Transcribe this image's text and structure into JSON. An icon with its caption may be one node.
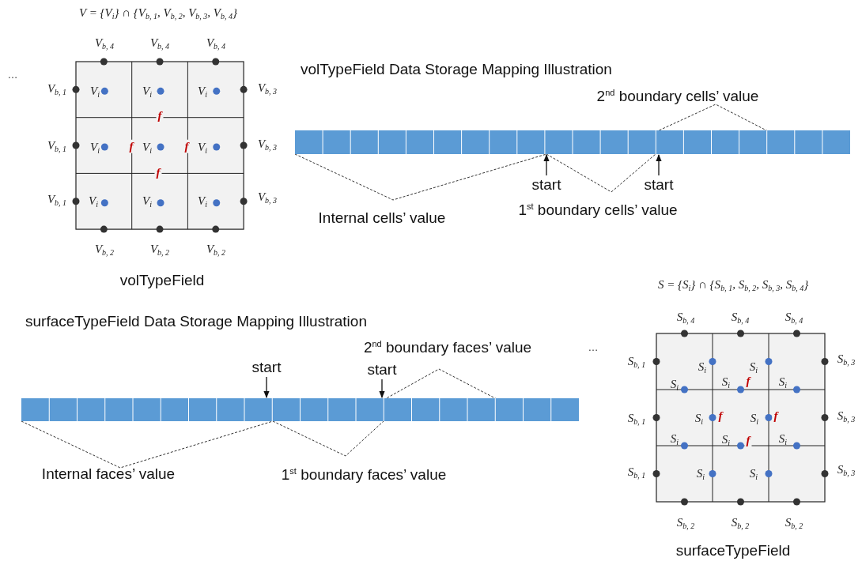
{
  "diagram": {
    "nodes": [
      {
        "text": [],
        "shape": "bar"
      },
      {
        "text": [
          "start"
        ]
      },
      {
        "text": [
          "start"
        ]
      },
      {
        "text": [],
        "shape": "bar"
      },
      {
        "text": [
          "start"
        ]
      },
      {
        "text": [
          "start"
        ]
      }
    ],
    "edges": [
      {
        "from": 1,
        "to": 0,
        "arrow": "to"
      },
      {
        "from": 2,
        "to": 0,
        "arrow": "to"
      },
      {
        "from": 4,
        "to": 3,
        "arrow": "to"
      },
      {
        "from": 5,
        "to": 3,
        "arrow": "to"
      }
    ],
    "labels": [
      "V = {V$_{i}$} ∩ {V$_{b, 1}$, V$_{b, 2}$, V$_{b, 3}$, V$_{b, 4}$}",
      "V$_{b, 4}$",
      "V$_{b, 4}$",
      "V$_{b, 4}$",
      "…",
      "V$_{b, 1}$",
      "V$_{i}$",
      "V$_{i}$",
      "V$_{i}$",
      "V$_{b, 3}$",
      "f",
      "V$_{b, 1}$",
      "V$_{i}$",
      "f",
      "V$_{i}$",
      "f",
      "V$_{i}$",
      "V$_{b, 3}$",
      "f",
      "V$_{b, 1}$",
      "V$_{i}$",
      "V$_{i}$",
      "V$_{i}$",
      "V$_{b, 3}$",
      "V$_{b, 2}$",
      "V$_{b, 2}$",
      "V$_{b, 2}$",
      "volTypeField",
      "volTypeField Data Storage Mapping Illustration",
      "2$^{nd}$ boundary cells’ value",
      "Internal cells’ value",
      "1$^{st}$ boundary cells’ value",
      "surfaceTypeField Data Storage Mapping Illustration",
      "S = {S$_{i}$} ∩ {S$_{b, 1}$, S$_{b, 2}$, S$_{b, 3}$, S$_{b, 4}$}",
      "S$_{b, 4}$",
      "S$_{b, 4}$",
      "S$_{b, 4}$",
      "2$^{nd}$ boundary faces’ value",
      "…",
      "S$_{b, 1}$",
      "S$_{i}$",
      "S$_{i}$",
      "S$_{b, 3}$",
      "S$_{i}$",
      "S$_{i}$",
      "f",
      "S$_{i}$",
      "S$_{b, 1}$",
      "S$_{i}$",
      "f",
      "S$_{i}$",
      "f",
      "S$_{b, 3}$",
      "S$_{i}$",
      "S$_{i}$",
      "f",
      "S$_{i}$",
      "S$_{b, 1}$",
      "S$_{i}$",
      "S$_{i}$",
      "S$_{b, 3}$",
      "S$_{b, 2}$",
      "S$_{b, 2}$",
      "S$_{b, 2}$",
      "Internal faces’ value",
      "1$^{st}$ boundary faces’ value",
      "surfaceTypeField"
    ]
  }
}
